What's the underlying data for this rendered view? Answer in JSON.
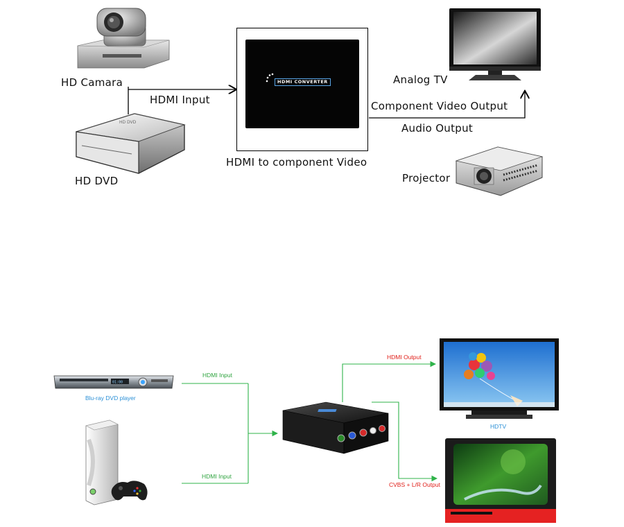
{
  "top": {
    "hd_camera": "HD Camara",
    "hd_dvd": "HD DVD",
    "hdmi_input": "HDMI Input",
    "converter_logo": "HDMI CONVERTER",
    "converter_caption": "HDMI to component Video",
    "analog_tv": "Analog TV",
    "component_out": "Component Video Output",
    "audio_out": "Audio Output",
    "projector": "Projector"
  },
  "bottom": {
    "bluray": "Blu-ray DVD player",
    "hdmi_input_1": "HDMI Input",
    "hdmi_input_2": "HDMI Input",
    "hdmi_output": "HDMI  Output",
    "hdtv": "HDTV",
    "cvbs_out": "CVBS + L/R  Output"
  },
  "colors": {
    "line_black": "#000000",
    "line_green": "#2fb34a",
    "label_green": "#2fa33f",
    "label_red": "#e0201a",
    "label_blue": "#2a8fd6"
  }
}
